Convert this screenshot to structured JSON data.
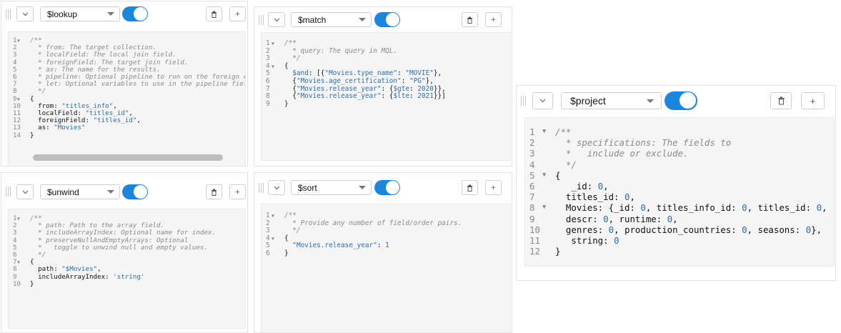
{
  "stages": {
    "lookup": {
      "operator": "$lookup",
      "enabled": true,
      "lines": [
        {
          "n": "1",
          "t": "/**",
          "k": "cm",
          "fold": true
        },
        {
          "n": "2",
          "t": "  * from: The target collection.",
          "k": "cm"
        },
        {
          "n": "3",
          "t": "  * localField: The local join field.",
          "k": "cm"
        },
        {
          "n": "4",
          "t": "  * foreignField: The target join field.",
          "k": "cm"
        },
        {
          "n": "5",
          "t": "  * as: The name for the results.",
          "k": "cm"
        },
        {
          "n": "6",
          "t": "  * pipeline: Optional pipeline to run on the foreign co",
          "k": "cm"
        },
        {
          "n": "7",
          "t": "  * let: Optional variables to use in the pipeline field",
          "k": "cm"
        },
        {
          "n": "8",
          "t": "  */",
          "k": "cm"
        },
        {
          "n": "9",
          "t": "{",
          "k": "",
          "fold": true
        },
        {
          "n": "10",
          "t": "  from: \"titles_info\",",
          "k": ""
        },
        {
          "n": "11",
          "t": "  localField: \"titles_id\",",
          "k": ""
        },
        {
          "n": "12",
          "t": "  foreignField: \"titles_id\",",
          "k": ""
        },
        {
          "n": "13",
          "t": "  as: \"Movies\"",
          "k": ""
        },
        {
          "n": "14",
          "t": "}",
          "k": ""
        }
      ]
    },
    "match": {
      "operator": "$match",
      "enabled": true,
      "lines": [
        {
          "n": "1",
          "t": "/**",
          "k": "cm",
          "fold": true
        },
        {
          "n": "2",
          "t": "  * query: The query in MQL.",
          "k": "cm"
        },
        {
          "n": "3",
          "t": "  */",
          "k": "cm"
        },
        {
          "n": "4",
          "t": "{",
          "k": "",
          "fold": true
        },
        {
          "n": "5",
          "t": "  $and: [{\"Movies.type_name\": \"MOVIE\"},",
          "k": ""
        },
        {
          "n": "6",
          "t": "  {\"Movies.age_certification\": \"PG\"},",
          "k": ""
        },
        {
          "n": "7",
          "t": "  {\"Movies.release_year\": {$gte: 2020}},",
          "k": ""
        },
        {
          "n": "8",
          "t": "  {\"Movies.release_year\": {$lte: 2021}}]",
          "k": ""
        },
        {
          "n": "9",
          "t": "}",
          "k": ""
        }
      ]
    },
    "project": {
      "operator": "$project",
      "enabled": true,
      "lines": [
        {
          "n": "1",
          "t": "/**",
          "k": "cm",
          "fold": true
        },
        {
          "n": "2",
          "t": "  * specifications: The fields to",
          "k": "cm"
        },
        {
          "n": "3",
          "t": "  *   include or exclude.",
          "k": "cm"
        },
        {
          "n": "4",
          "t": "  */",
          "k": "cm"
        },
        {
          "n": "5",
          "t": "{",
          "k": "",
          "fold": true
        },
        {
          "n": "6",
          "t": "   _id: 0,",
          "k": ""
        },
        {
          "n": "7",
          "t": "  titles_id: 0,",
          "k": ""
        },
        {
          "n": "8",
          "t": "  Movies: {_id: 0, titles_info_id: 0, titles_id: 0,",
          "k": "",
          "fold": true
        },
        {
          "n": "9",
          "t": "  descr: 0, runtime: 0,",
          "k": ""
        },
        {
          "n": "10",
          "t": "  genres: 0, production_countries: 0, seasons: 0},",
          "k": ""
        },
        {
          "n": "11",
          "t": "   string: 0",
          "k": ""
        },
        {
          "n": "12",
          "t": "}",
          "k": ""
        }
      ]
    },
    "unwind": {
      "operator": "$unwind",
      "enabled": true,
      "lines": [
        {
          "n": "1",
          "t": "/**",
          "k": "cm",
          "fold": true
        },
        {
          "n": "2",
          "t": "  * path: Path to the array field.",
          "k": "cm"
        },
        {
          "n": "3",
          "t": "  * includeArrayIndex: Optional name for index.",
          "k": "cm"
        },
        {
          "n": "4",
          "t": "  * preserveNullAndEmptyArrays: Optional",
          "k": "cm"
        },
        {
          "n": "5",
          "t": "  *   toggle to unwind null and empty values.",
          "k": "cm"
        },
        {
          "n": "6",
          "t": "  */",
          "k": "cm"
        },
        {
          "n": "7",
          "t": "{",
          "k": "",
          "fold": true
        },
        {
          "n": "8",
          "t": "  path: \"$Movies\",",
          "k": ""
        },
        {
          "n": "9",
          "t": "  includeArrayIndex: 'string'",
          "k": ""
        },
        {
          "n": "10",
          "t": "}",
          "k": ""
        }
      ]
    },
    "sort": {
      "operator": "$sort",
      "enabled": true,
      "lines": [
        {
          "n": "1",
          "t": "/**",
          "k": "cm",
          "fold": true
        },
        {
          "n": "2",
          "t": "  * Provide any number of field/order pairs.",
          "k": "cm"
        },
        {
          "n": "3",
          "t": "  */",
          "k": "cm"
        },
        {
          "n": "4",
          "t": "{",
          "k": "",
          "fold": true
        },
        {
          "n": "5",
          "t": "  \"Movies.release_year\": 1",
          "k": ""
        },
        {
          "n": "6",
          "t": "}",
          "k": ""
        }
      ]
    }
  },
  "icons": {
    "drag": "drag-handle-icon",
    "collapse": "chevron-down-icon",
    "delete": "trash-icon",
    "add": "plus-icon"
  },
  "labels": {
    "add": "+"
  },
  "colors": {
    "toggle_on": "#1a86e0",
    "keyword": "#2a6ea8",
    "comment": "#8a8a8a"
  }
}
